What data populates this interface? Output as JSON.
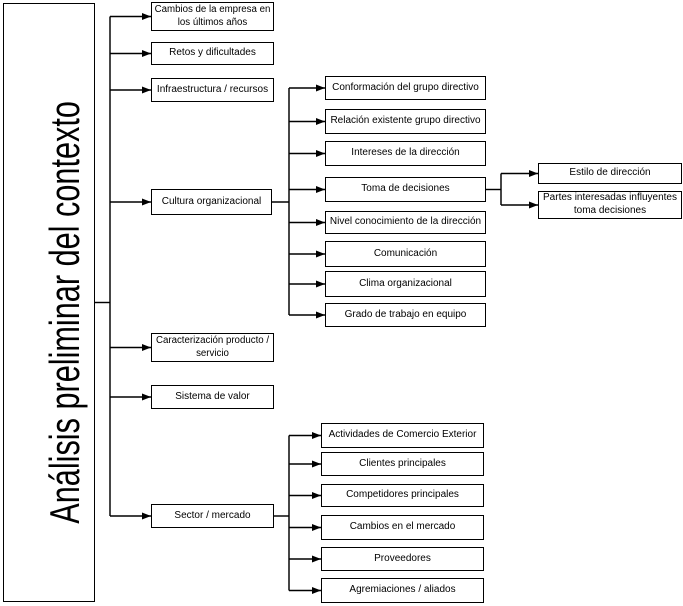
{
  "colors": {
    "border": "#000000",
    "background": "#ffffff",
    "text": "#000000"
  },
  "nodes": {
    "root": "Análisis preliminar del contexto",
    "level1": [
      "Cambios de la empresa en los últimos años",
      "Retos y dificultades",
      "Infraestructura / recursos",
      "Cultura organizacional",
      "Caracterización producto / servicio",
      "Sistema de valor",
      "Sector / mercado"
    ],
    "cultura": [
      "Conformación del grupo directivo",
      "Relación existente grupo directivo",
      "Intereses de la dirección",
      "Toma de decisiones",
      "Nivel conocimiento de la dirección",
      "Comunicación",
      "Clima organizacional",
      "Grado de trabajo en equipo"
    ],
    "toma": [
      "Estilo de dirección",
      "Partes interesadas influyentes toma decisiones"
    ],
    "sector": [
      "Actividades de Comercio Exterior",
      "Clientes principales",
      "Competidores principales",
      "Cambios en el mercado",
      "Proveedores",
      "Agremiaciones / aliados"
    ]
  }
}
